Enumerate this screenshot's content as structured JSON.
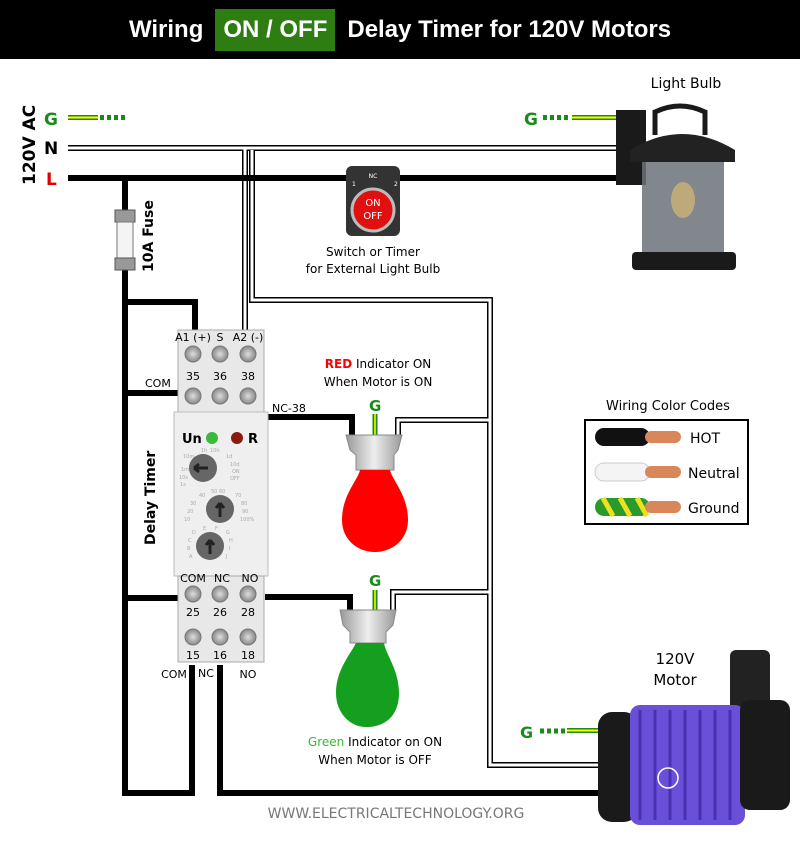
{
  "title": {
    "prefix": "Wiring",
    "highlight": "ON / OFF",
    "suffix": "Delay Timer for 120V Motors",
    "highlight_color": "#2e7d12"
  },
  "supply": {
    "label": "120V AC",
    "ground": "G",
    "neutral": "N",
    "line": "L",
    "ground_color": "#1a8a1a",
    "line_color": "#e00000"
  },
  "fuse": {
    "label": "10A Fuse"
  },
  "switch": {
    "label_line1": "Switch or Timer",
    "label_line2": "for External Light Bulb",
    "nc": "NC",
    "t1": "1",
    "t2": "2",
    "on": "ON",
    "off": "OFF"
  },
  "light_bulb": {
    "label": "Light Bulb",
    "ground": "G"
  },
  "timer": {
    "label": "Delay Timer",
    "top_labels": [
      "A1 (+)",
      "S",
      "A2 (-)"
    ],
    "top_numbers": [
      "35",
      "36",
      "38"
    ],
    "com_left": "COM",
    "nc38": "NC-38",
    "leds": {
      "un": "Un",
      "r": "R"
    },
    "dial1": [
      "10m",
      "1h",
      "10h",
      "1d",
      "10d",
      "ON",
      "OFF",
      "1s",
      "10s",
      "1m"
    ],
    "dial2": [
      "10",
      "20",
      "30",
      "40",
      "50",
      "60",
      "70",
      "80",
      "90",
      "100%"
    ],
    "dial3": [
      "A",
      "B",
      "C",
      "D",
      "E",
      "F",
      "G",
      "H",
      "I",
      "J"
    ],
    "mid_labels": [
      "COM",
      "NC",
      "NO"
    ],
    "mid_numbers": [
      "25",
      "26",
      "28"
    ],
    "bottom_numbers": [
      "15",
      "16",
      "18"
    ],
    "bottom_labels": [
      "COM",
      "NC",
      "NO"
    ]
  },
  "red_indicator": {
    "ground": "G",
    "color_word": "RED",
    "line1_rest": " Indicator ON",
    "line2": "When Motor is ON",
    "color": "#ff0000"
  },
  "green_indicator": {
    "ground": "G",
    "color_word": "Green",
    "line1_rest": " Indicator on ON",
    "line2": "When Motor is OFF",
    "color": "#14a01e"
  },
  "color_codes": {
    "title": "Wiring Color Codes",
    "items": [
      {
        "label": "HOT"
      },
      {
        "label": "Neutral"
      },
      {
        "label": "Ground"
      }
    ]
  },
  "motor": {
    "line1": "120V",
    "line2": "Motor",
    "ground": "G",
    "color": "#6a4fd8"
  },
  "footer": {
    "website": "WWW.ELECTRICALTECHNOLOGY.ORG"
  }
}
